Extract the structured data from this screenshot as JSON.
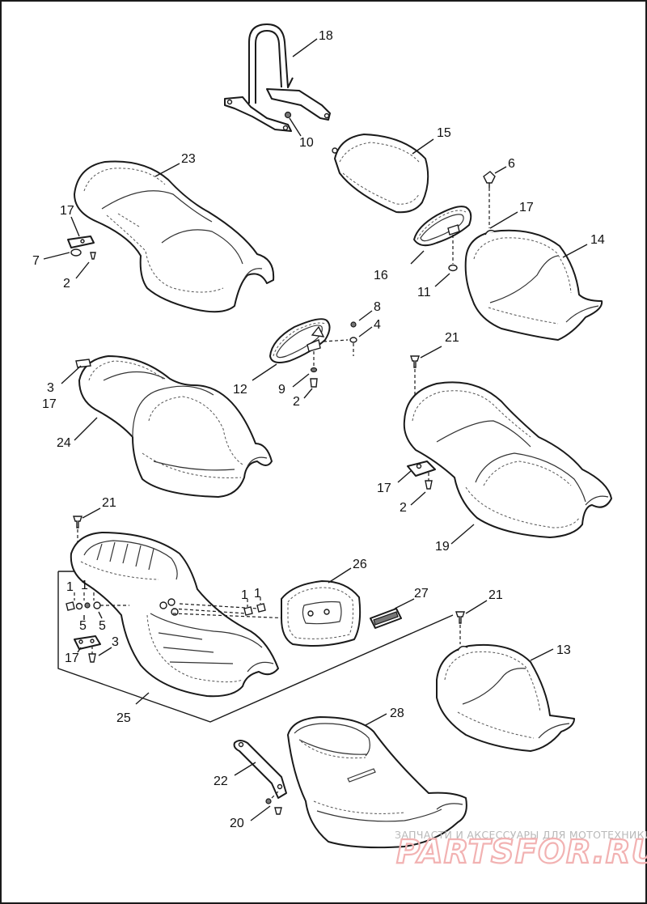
{
  "callouts": [
    {
      "id": "c18",
      "label": "18"
    },
    {
      "id": "c10",
      "label": "10"
    },
    {
      "id": "c15",
      "label": "15"
    },
    {
      "id": "c23",
      "label": "23"
    },
    {
      "id": "c6",
      "label": "6"
    },
    {
      "id": "c17a",
      "label": "17"
    },
    {
      "id": "c17b",
      "label": "17"
    },
    {
      "id": "c14",
      "label": "14"
    },
    {
      "id": "c7",
      "label": "7"
    },
    {
      "id": "c2a",
      "label": "2"
    },
    {
      "id": "c16",
      "label": "16"
    },
    {
      "id": "c11",
      "label": "11"
    },
    {
      "id": "c8",
      "label": "8"
    },
    {
      "id": "c4",
      "label": "4"
    },
    {
      "id": "c21a",
      "label": "21"
    },
    {
      "id": "c12",
      "label": "12"
    },
    {
      "id": "c9",
      "label": "9"
    },
    {
      "id": "c2b",
      "label": "2"
    },
    {
      "id": "c3a",
      "label": "3"
    },
    {
      "id": "c17c",
      "label": "17"
    },
    {
      "id": "c24",
      "label": "24"
    },
    {
      "id": "c17d",
      "label": "17"
    },
    {
      "id": "c2c",
      "label": "2"
    },
    {
      "id": "c19",
      "label": "19"
    },
    {
      "id": "c21b",
      "label": "21"
    },
    {
      "id": "c26",
      "label": "26"
    },
    {
      "id": "c27",
      "label": "27"
    },
    {
      "id": "c21c",
      "label": "21"
    },
    {
      "id": "c1a",
      "label": "1"
    },
    {
      "id": "c1b",
      "label": "1"
    },
    {
      "id": "c1c",
      "label": "1"
    },
    {
      "id": "c1d",
      "label": "1"
    },
    {
      "id": "c5a",
      "label": "5"
    },
    {
      "id": "c5b",
      "label": "5"
    },
    {
      "id": "c3b",
      "label": "3"
    },
    {
      "id": "c17e",
      "label": "17"
    },
    {
      "id": "c13",
      "label": "13"
    },
    {
      "id": "c25",
      "label": "25"
    },
    {
      "id": "c28",
      "label": "28"
    },
    {
      "id": "c22",
      "label": "22"
    },
    {
      "id": "c20",
      "label": "20"
    }
  ],
  "watermark": {
    "subtitle": "ЗАПЧАСТИ И АКСЕССУАРЫ ДЛЯ МОТОТЕХНИКИ",
    "brand": "PARTSFOR.RU"
  },
  "colors": {
    "line": "#1a1a1a",
    "background": "#ffffff",
    "watermark_brand": "#f2b2b2",
    "watermark_text": "#b9b9b9"
  }
}
